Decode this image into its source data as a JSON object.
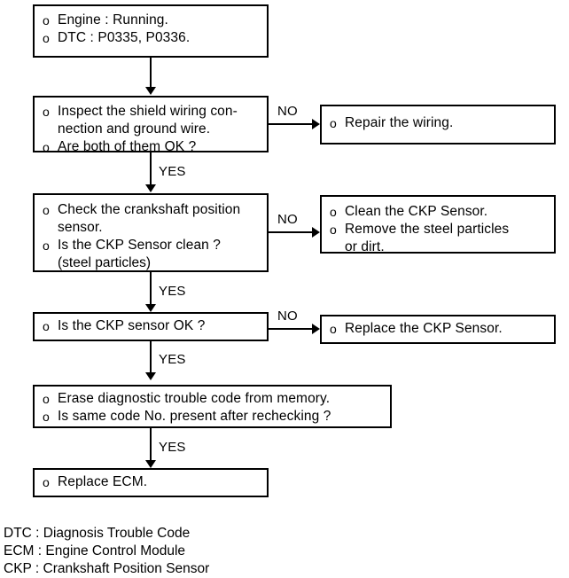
{
  "title": "Crankshaft Position Sensor DTC P0335 / P0336 Diagnostic Flow Chart",
  "nodes": {
    "start": {
      "name": "condition-box",
      "items": [
        "Engine : Running.",
        "DTC : P0335, P0336."
      ]
    },
    "step1": {
      "name": "inspect-shield-wiring",
      "items": [
        "Inspect the shield wiring con-\nnection and ground wire.",
        "Are both of them OK ?"
      ]
    },
    "step1_no": {
      "name": "repair-wiring",
      "items": [
        "Repair the wiring."
      ]
    },
    "step2": {
      "name": "check-crankshaft-position-sensor",
      "items": [
        "Check the crankshaft position\nsensor.",
        "Is the CKP Sensor clean ?"
      ],
      "continuation": "(steel particles)"
    },
    "step2_no": {
      "name": "clean-ckp-sensor",
      "items": [
        "Clean the CKP Sensor.",
        "Remove the steel particles\nor dirt."
      ]
    },
    "step3": {
      "name": "is-ckp-sensor-ok",
      "items": [
        "Is the CKP sensor OK ?"
      ]
    },
    "step3_no": {
      "name": "replace-ckp-sensor",
      "items": [
        "Replace the CKP Sensor."
      ]
    },
    "step4": {
      "name": "erase-diagnostic-trouble-code",
      "items": [
        "Erase diagnostic trouble code from memory.",
        "Is same code No. present after rechecking ?"
      ]
    },
    "step5": {
      "name": "replace-ecm",
      "items": [
        "Replace ECM."
      ]
    }
  },
  "edge_labels": {
    "no1": "NO",
    "no2": "NO",
    "no3": "NO",
    "yes1": "YES",
    "yes2": "YES",
    "yes3": "YES",
    "yes4": "YES"
  },
  "legend": [
    "DTC : Diagnosis Trouble Code",
    "ECM : Engine Control Module",
    "CKP : Crankshaft Position Sensor"
  ],
  "bullet_glyph": "o",
  "colors": {
    "stroke": "#000000",
    "background": "#ffffff",
    "text": "#000000"
  }
}
